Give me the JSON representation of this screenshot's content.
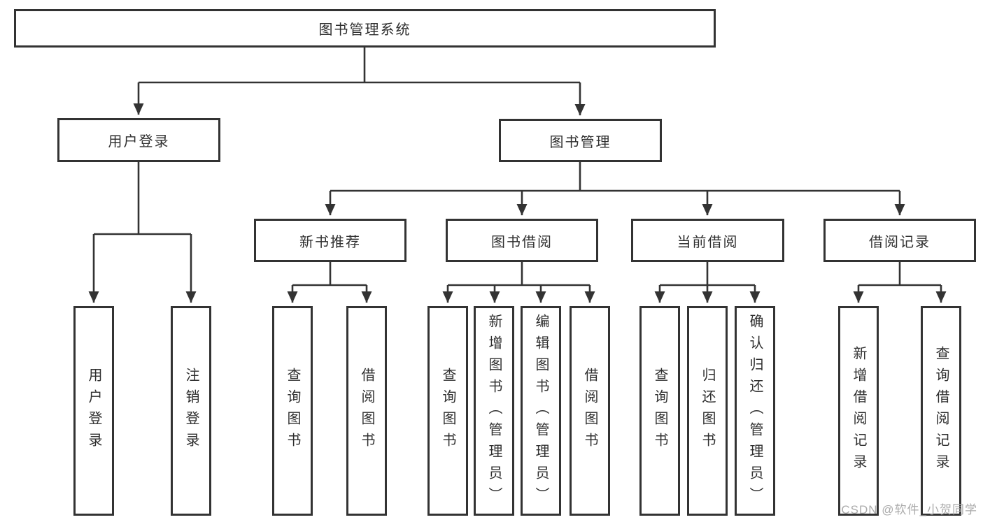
{
  "diagram": {
    "title_node": {
      "label": "图书管理系统"
    },
    "level2": [
      {
        "label": "用户登录"
      },
      {
        "label": "图书管理"
      }
    ],
    "level3": [
      {
        "label": "新书推荐"
      },
      {
        "label": "图书借阅"
      },
      {
        "label": "当前借阅"
      },
      {
        "label": "借阅记录"
      }
    ],
    "leaves": [
      {
        "label": "用户登录",
        "parent": "用户登录"
      },
      {
        "label": "注销登录",
        "parent": "用户登录"
      },
      {
        "label": "查询图书",
        "parent": "新书推荐"
      },
      {
        "label": "借阅图书",
        "parent": "新书推荐"
      },
      {
        "label": "查询图书",
        "parent": "图书借阅"
      },
      {
        "label": "新增图书（管理员）",
        "parent": "图书借阅"
      },
      {
        "label": "编辑图书（管理员）",
        "parent": "图书借阅"
      },
      {
        "label": "借阅图书",
        "parent": "图书借阅"
      },
      {
        "label": "查询图书",
        "parent": "当前借阅"
      },
      {
        "label": "归还图书",
        "parent": "当前借阅"
      },
      {
        "label": "确认归还（管理员）",
        "parent": "当前借阅"
      },
      {
        "label": "新增借阅记录",
        "parent": "借阅记录"
      },
      {
        "label": "查询借阅记录",
        "parent": "借阅记录"
      }
    ],
    "watermark": "CSDN @软件_小贺同学",
    "colors": {
      "line": "#333333",
      "text": "#2f2f2f",
      "watermark": "#ababab",
      "background": "#ffffff"
    }
  }
}
